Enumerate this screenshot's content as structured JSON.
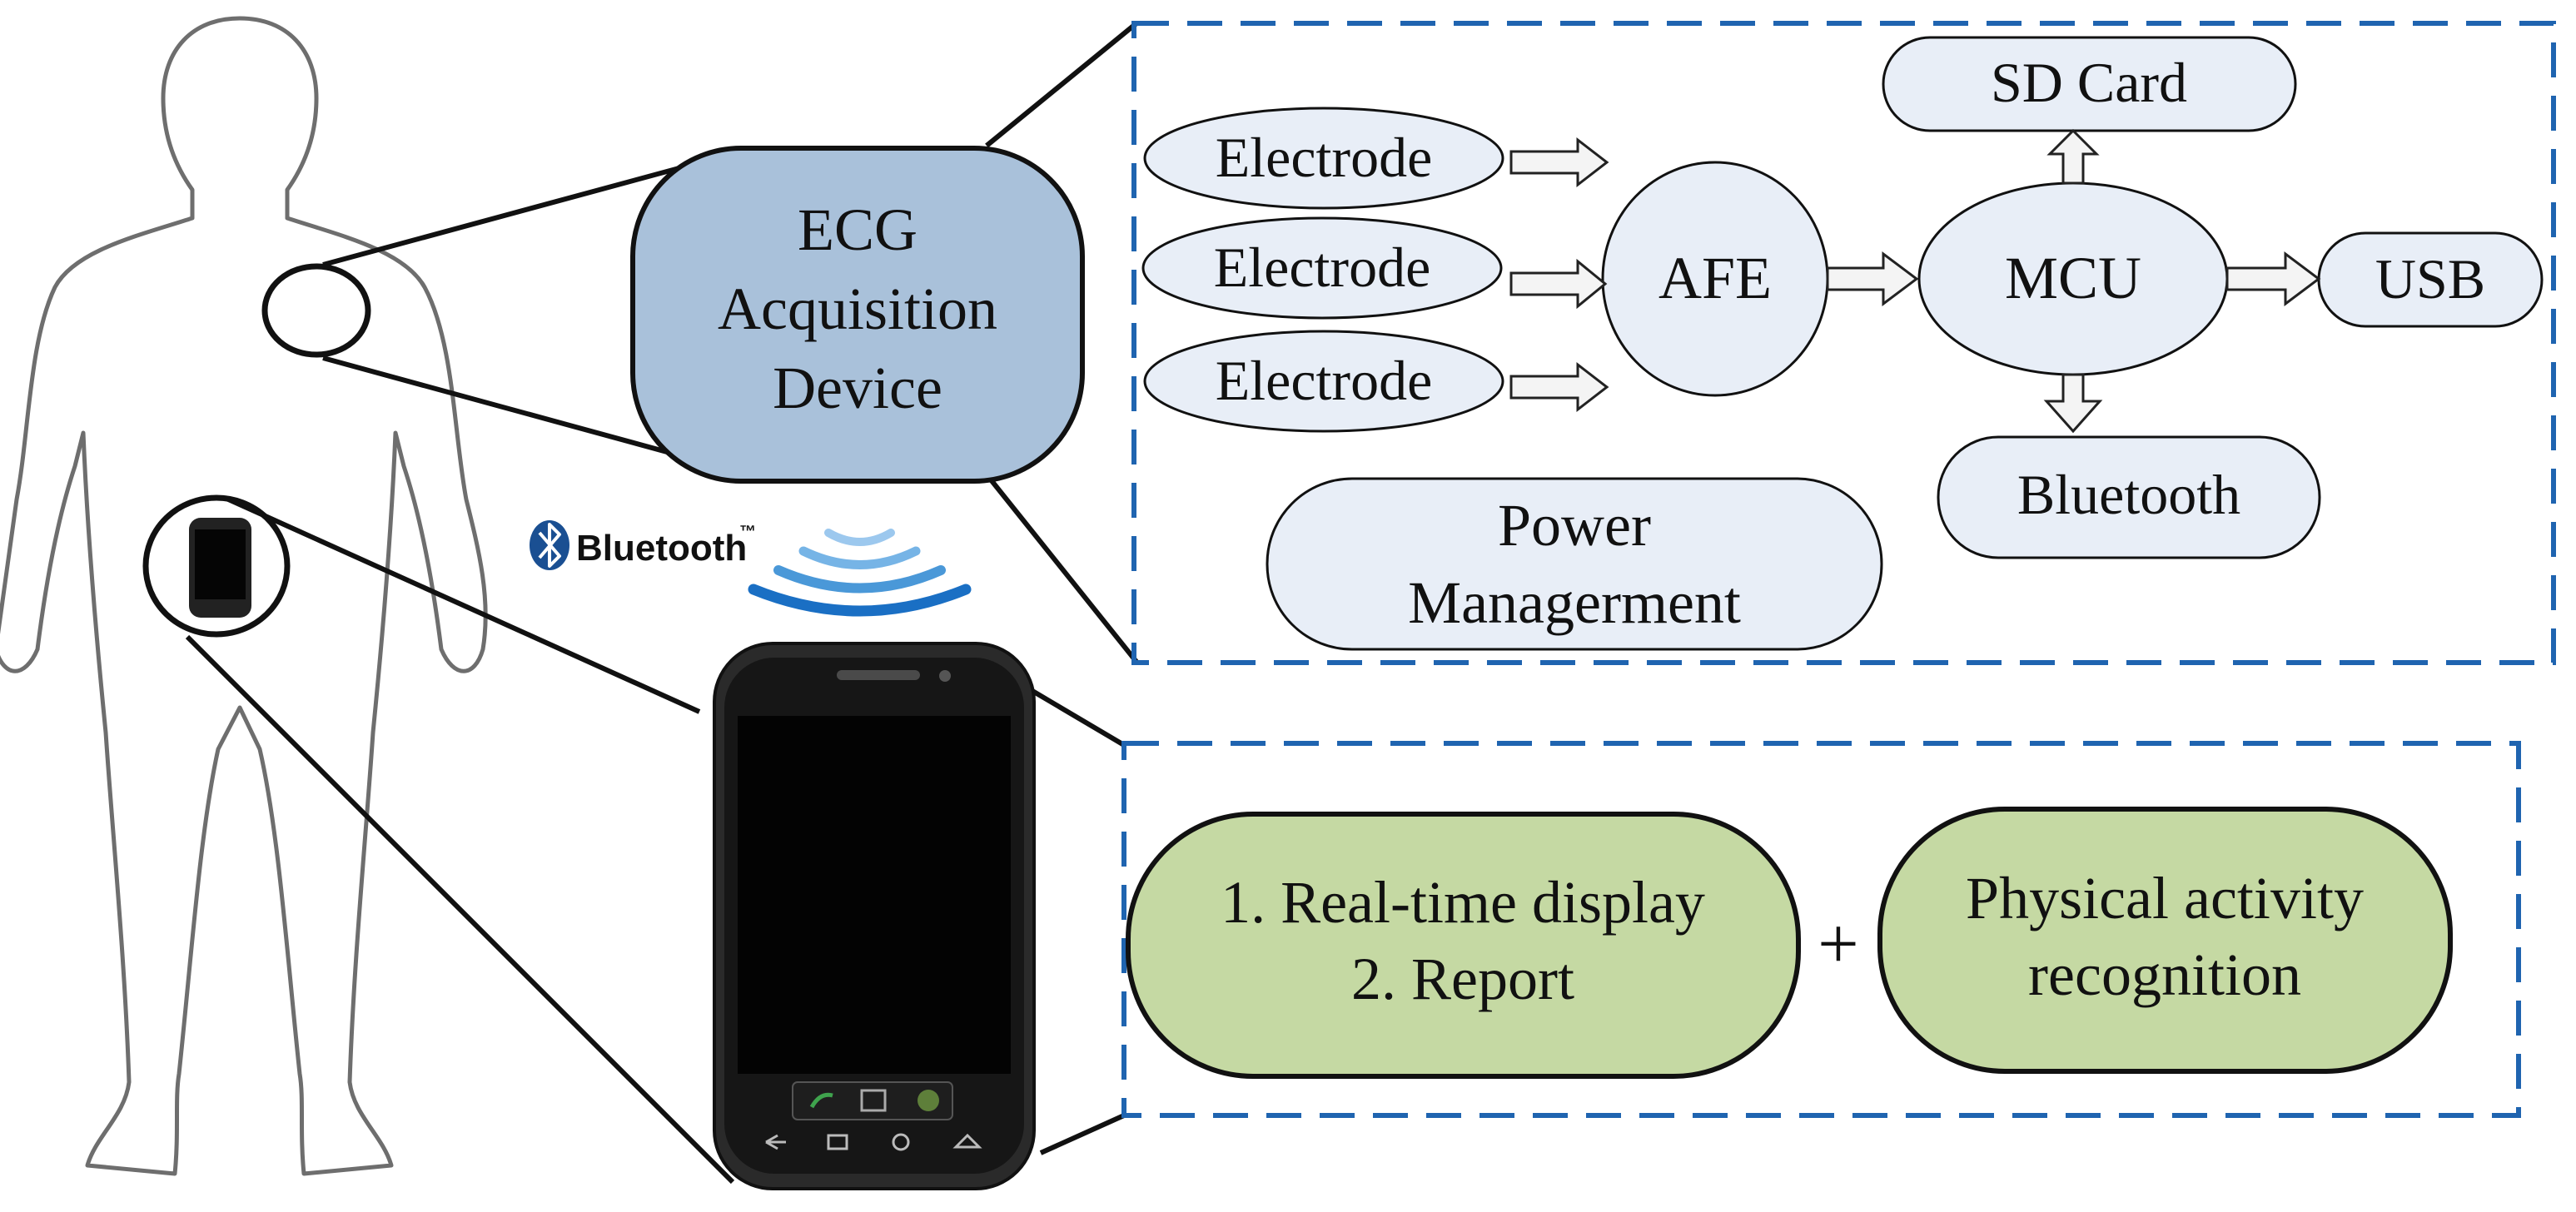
{
  "colors": {
    "device_fill": "#a9c1da",
    "node_fill": "#e8eef7",
    "app_fill": "#c5d9a3",
    "dash_border": "#1f64b0",
    "bluetooth_brand": "#1a4f92",
    "waves_dark": "#1a6fc4",
    "waves_mid": "#4a98d8",
    "waves_light": "#9cc8ee"
  },
  "icons": [
    "human-body-outline-icon",
    "smartphone-icon",
    "bluetooth-logo-icon",
    "wireless-waves-icon"
  ],
  "device": {
    "line1": "ECG",
    "line2": "Acquisition",
    "line3": "Device"
  },
  "hardware": {
    "electrodes": [
      "Electrode",
      "Electrode",
      "Electrode"
    ],
    "afe": "AFE",
    "mcu": "MCU",
    "sd_card": "SD Card",
    "usb": "USB",
    "bluetooth": "Bluetooth",
    "power_line1": "Power",
    "power_line2": "Managerment"
  },
  "bluetooth_logo_text": "Bluetooth",
  "bluetooth_logo_tm": "™",
  "app": {
    "item1": "1. Real-time display",
    "item2": "2. Report",
    "plus": "+",
    "activity_line1": "Physical activity",
    "activity_line2": "recognition"
  }
}
